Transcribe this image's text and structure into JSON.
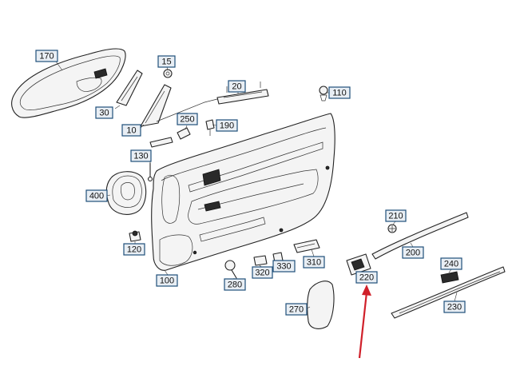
{
  "highlight_color": "#d0202a",
  "label_color": "#1f4f7a",
  "callouts": [
    {
      "id": "170",
      "text": "170",
      "highlighted": false
    },
    {
      "id": "15",
      "text": "15",
      "highlighted": false
    },
    {
      "id": "20",
      "text": "20",
      "highlighted": false
    },
    {
      "id": "110",
      "text": "110",
      "highlighted": false
    },
    {
      "id": "30",
      "text": "30",
      "highlighted": false
    },
    {
      "id": "250",
      "text": "250",
      "highlighted": false
    },
    {
      "id": "190",
      "text": "190",
      "highlighted": false
    },
    {
      "id": "10",
      "text": "10",
      "highlighted": false
    },
    {
      "id": "130",
      "text": "130",
      "highlighted": false
    },
    {
      "id": "400",
      "text": "400",
      "highlighted": false
    },
    {
      "id": "120",
      "text": "120",
      "highlighted": false
    },
    {
      "id": "100",
      "text": "100",
      "highlighted": false
    },
    {
      "id": "280",
      "text": "280",
      "highlighted": false
    },
    {
      "id": "320",
      "text": "320",
      "highlighted": false
    },
    {
      "id": "330",
      "text": "330",
      "highlighted": false
    },
    {
      "id": "310",
      "text": "310",
      "highlighted": false
    },
    {
      "id": "270",
      "text": "270",
      "highlighted": false
    },
    {
      "id": "210",
      "text": "210",
      "highlighted": false
    },
    {
      "id": "200",
      "text": "200",
      "highlighted": false
    },
    {
      "id": "220",
      "text": "220",
      "highlighted": true
    },
    {
      "id": "240",
      "text": "240",
      "highlighted": false
    },
    {
      "id": "230",
      "text": "230",
      "highlighted": false
    }
  ]
}
